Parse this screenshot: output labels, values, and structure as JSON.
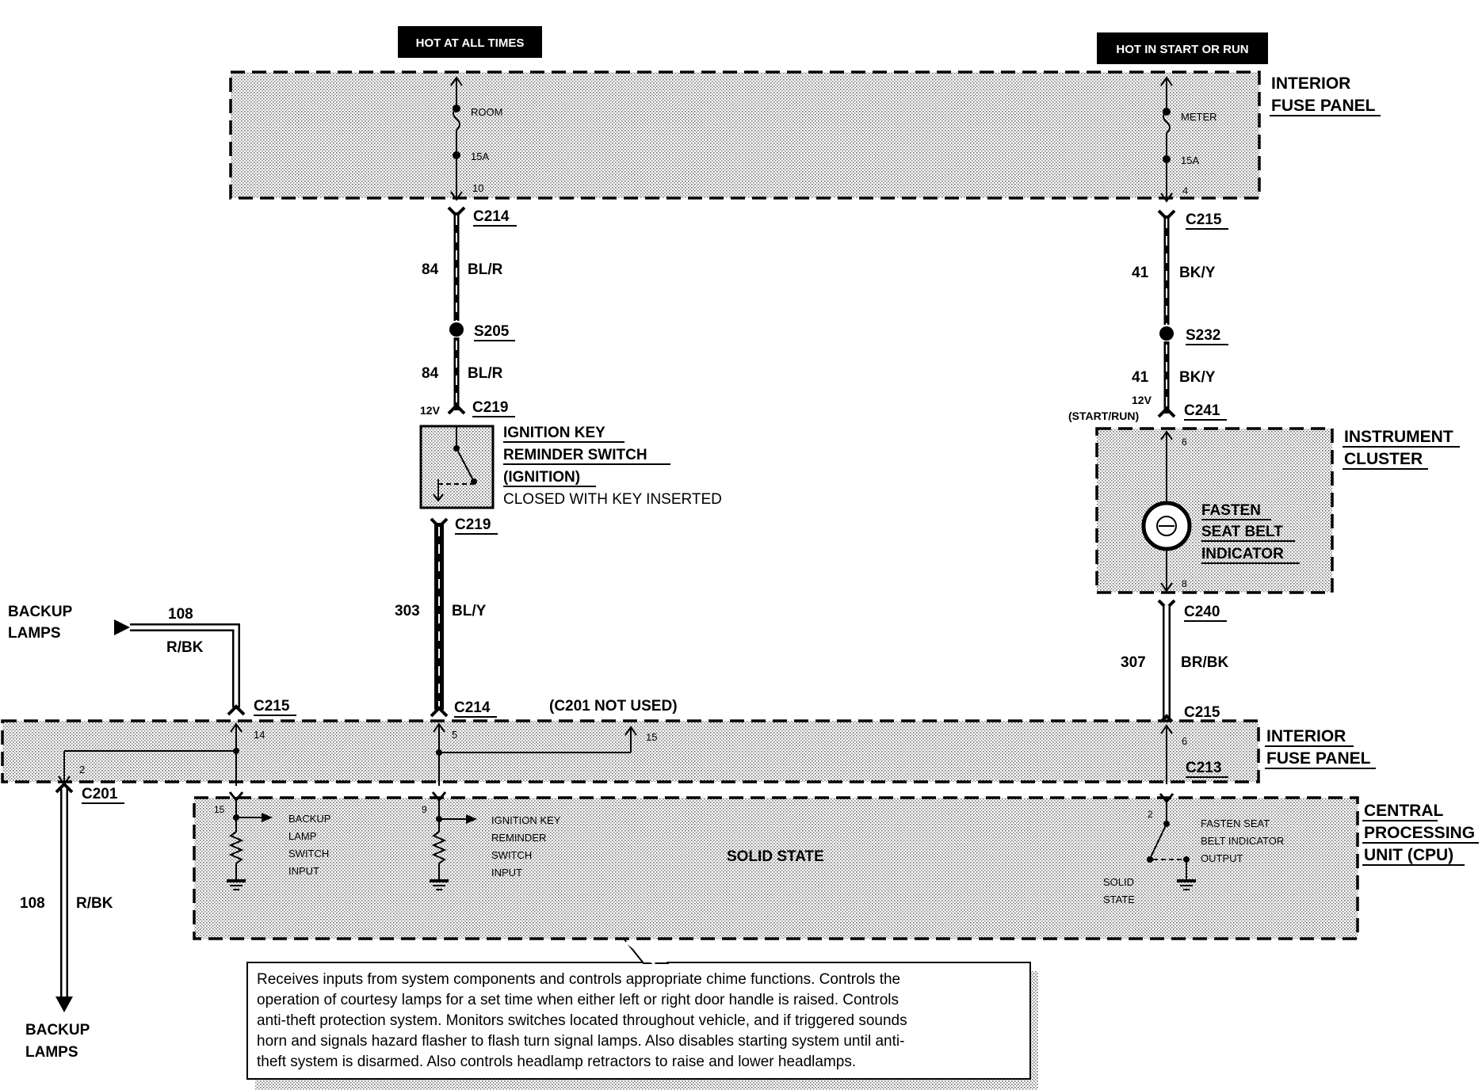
{
  "top_labels": {
    "hot_at_all_times": "HOT AT ALL TIMES",
    "hot_in_start_or_run": "HOT IN START OR RUN"
  },
  "interior_fuse_panel_top": {
    "title_line1": "INTERIOR",
    "title_line2": "FUSE PANEL",
    "fuse_room": {
      "name": "ROOM",
      "rating": "15A",
      "number": "10"
    },
    "fuse_meter": {
      "name": "METER",
      "rating": "15A",
      "number": "4"
    }
  },
  "left_circuit": {
    "c214_top": "C214",
    "wire1_num": "84",
    "wire1_color": "BL/R",
    "splice": "S205",
    "wire2_num": "84",
    "wire2_color": "BL/R",
    "voltage": "12V",
    "c219_top": "C219",
    "switch_line1": "IGNITION KEY",
    "switch_line2": "REMINDER SWITCH",
    "switch_line3": "(IGNITION)",
    "switch_note": "CLOSED WITH KEY INSERTED",
    "c219_bottom": "C219",
    "wire3_num": "303",
    "wire3_color": "BL/Y",
    "c214_bottom": "C214"
  },
  "right_circuit": {
    "c215_top": "C215",
    "wire1_num": "41",
    "wire1_color": "BK/Y",
    "splice": "S232",
    "wire2_num": "41",
    "wire2_color": "BK/Y",
    "voltage": "12V",
    "voltage_note": "(START/RUN)",
    "c241": "C241",
    "cluster_line1": "INSTRUMENT",
    "cluster_line2": "CLUSTER",
    "cluster_pin_top": "6",
    "cluster_pin_bottom": "8",
    "indicator_line1": "FASTEN",
    "indicator_line2": "SEAT BELT",
    "indicator_line3": "INDICATOR",
    "c240": "C240",
    "wire3_num": "307",
    "wire3_color": "BR/BK",
    "c215_bottom": "C215"
  },
  "backup_lamps": {
    "top_line1": "BACKUP",
    "top_line2": "LAMPS",
    "wire_num": "108",
    "wire_color": "R/BK",
    "c215": "C215",
    "bottom_line1": "BACKUP",
    "bottom_line2": "LAMPS",
    "bottom_wire_num": "108",
    "bottom_wire_color": "R/BK",
    "c201": "C201"
  },
  "interior_fuse_panel_bottom": {
    "title_line1": "INTERIOR",
    "title_line2": "FUSE PANEL",
    "c201_not_used": "(C201 NOT USED)",
    "pin_14": "14",
    "pin_5": "5",
    "pin_15": "15",
    "pin_2": "2",
    "pin_6": "6",
    "c213": "C213"
  },
  "cpu": {
    "title_line1": "CENTRAL",
    "title_line2": "PROCESSING",
    "title_line3": "UNIT (CPU)",
    "solid_state": "SOLID STATE",
    "pin_15": "15",
    "pin_9": "9",
    "pin_2": "2",
    "input1": [
      "BACKUP",
      "LAMP",
      "SWITCH",
      "INPUT"
    ],
    "input2": [
      "IGNITION KEY",
      "REMINDER",
      "SWITCH",
      "INPUT"
    ],
    "output": [
      "FASTEN SEAT",
      "BELT INDICATOR",
      "OUTPUT"
    ],
    "solid_state_small": [
      "SOLID",
      "STATE"
    ]
  },
  "description": [
    "Receives inputs from system components and controls appropriate chime functions. Controls the",
    "operation of courtesy lamps for a set time when either left or right door handle is raised. Controls",
    "anti-theft protection system. Monitors switches located throughout vehicle, and if triggered sounds",
    "horn and signals hazard flasher to flash turn signal lamps.  Also disables starting system until anti-",
    "theft system is disarmed. Also controls headlamp retractors to raise and lower headlamps."
  ]
}
